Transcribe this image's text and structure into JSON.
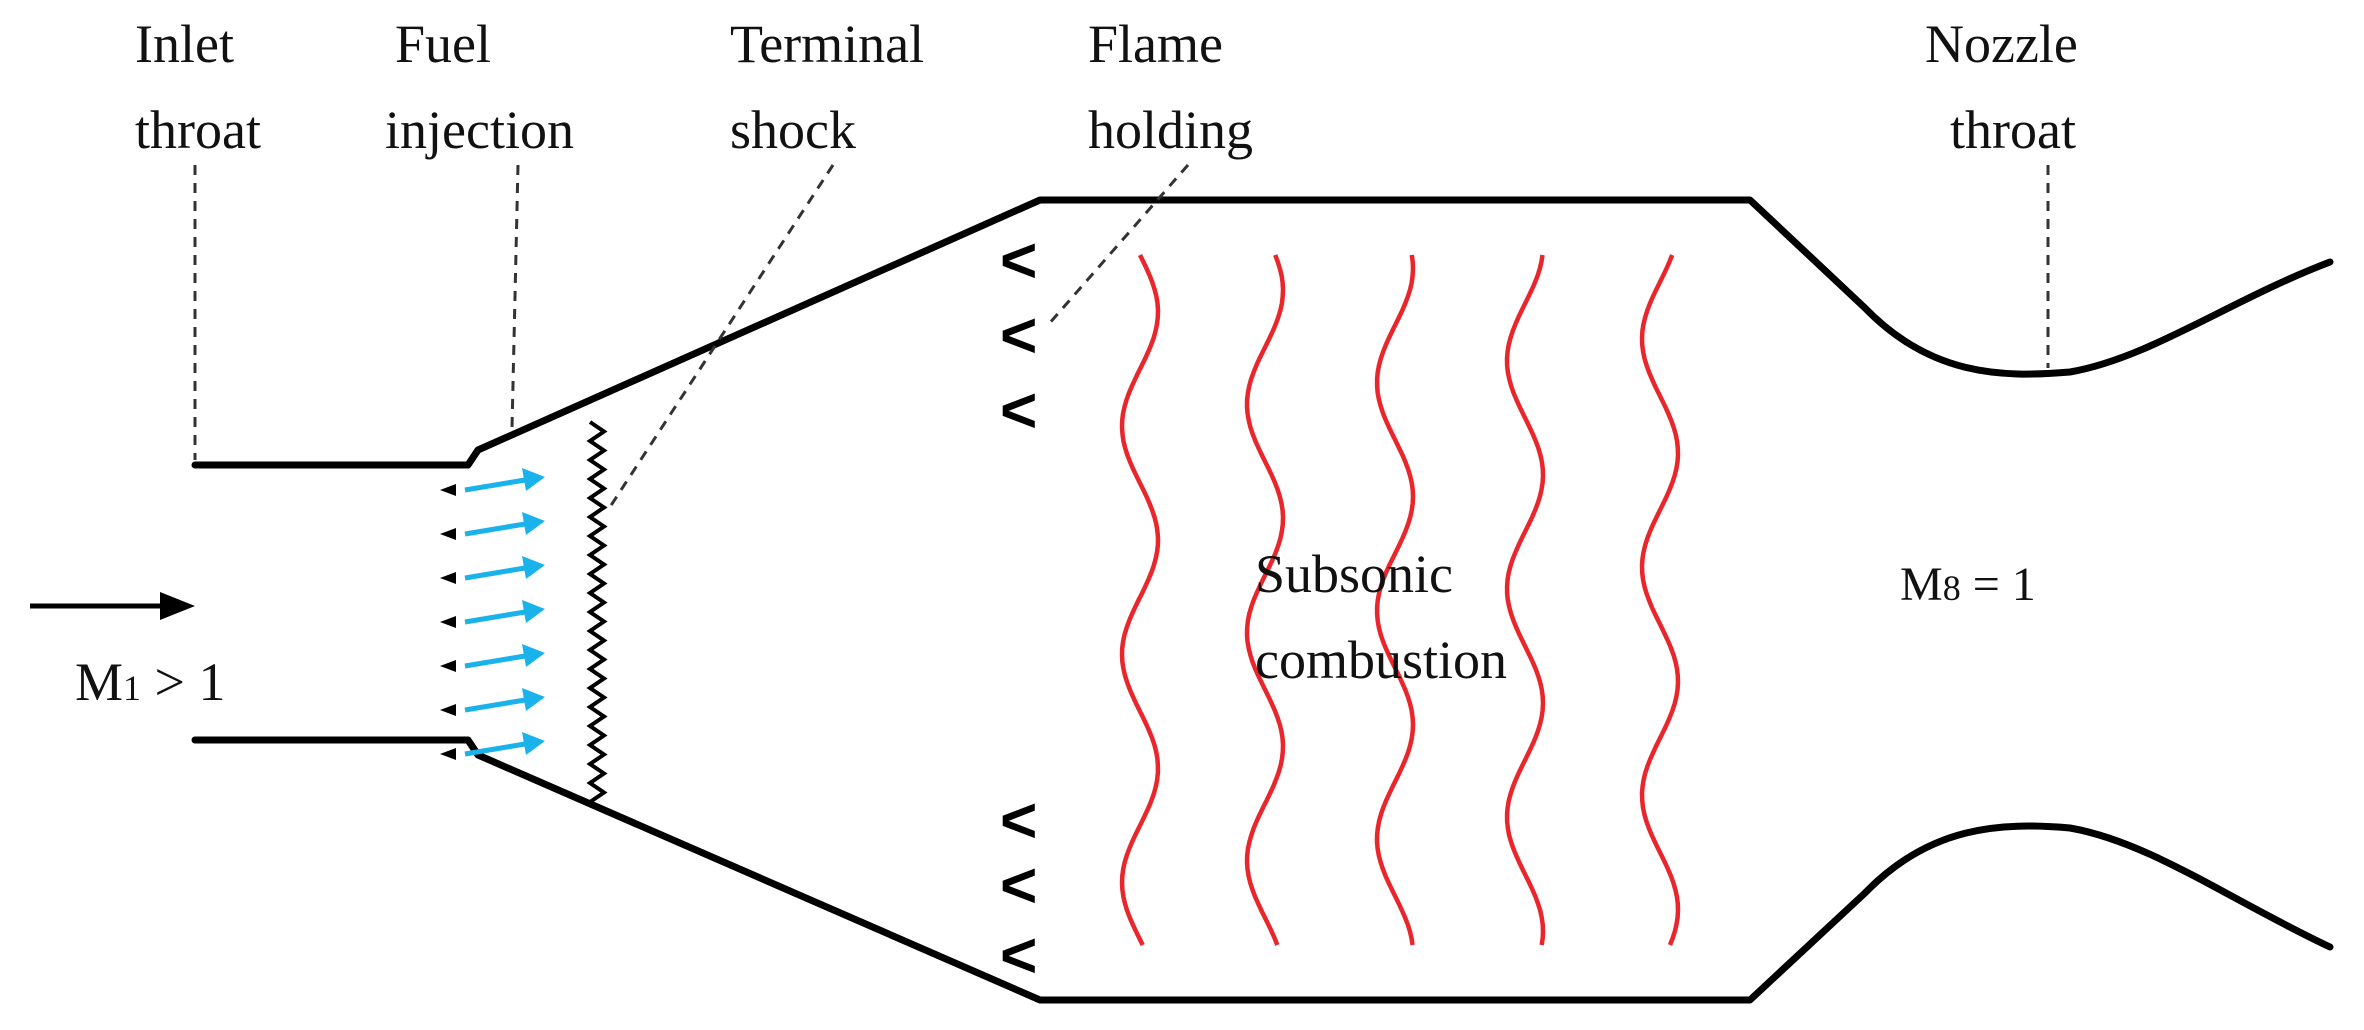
{
  "labels": {
    "inlet_throat": [
      "Inlet",
      "throat"
    ],
    "fuel_injection": [
      "Fuel",
      "injection"
    ],
    "terminal_shock": [
      "Terminal",
      "shock"
    ],
    "flame_holding": [
      "Flame",
      "holding"
    ],
    "nozzle_throat": [
      "Nozzle",
      "throat"
    ],
    "subsonic_combustion": [
      "Subsonic",
      "combustion"
    ]
  },
  "mach_inlet": {
    "symbol": "M",
    "subscript": "1",
    "relation": " > 1"
  },
  "mach_nozzle": {
    "symbol": "M",
    "subscript": "8",
    "relation": " = 1"
  },
  "colors": {
    "wall": "#000000",
    "fuel_arrow": "#1ab2ea",
    "flame": "#e8262b",
    "leader": "#333333"
  }
}
